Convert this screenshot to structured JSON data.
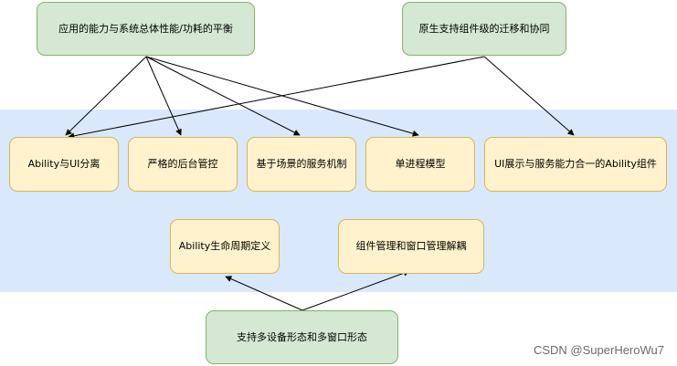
{
  "nodes": {
    "top_left": "应用的能力与系统总体性能/功耗的平衡",
    "top_right": "原生支持组件级的迁移和协同",
    "ability_ui": "Ability与UI分离",
    "strict_background": "严格的后台管控",
    "scene_service": "基于场景的服务机制",
    "single_process": "单进程模型",
    "ui_service_merge": "UI展示与服务能力合一的Ability组件",
    "lifecycle": "Ability生命周期定义",
    "component_window": "组件管理和窗口管理解耦",
    "bottom": "支持多设备形态和多窗口形态"
  },
  "colors": {
    "band": "#dae8fc",
    "green_fill": "#d5e8d4",
    "green_border": "#82b366",
    "yellow_fill": "#fff2cc",
    "yellow_border": "#d6b656",
    "edge": "#000000"
  },
  "watermark": "CSDN @SuperHeroWu7"
}
